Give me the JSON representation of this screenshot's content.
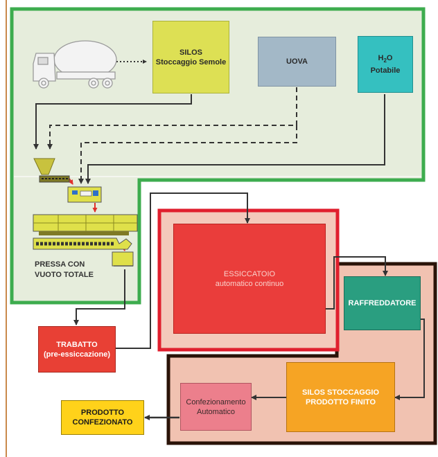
{
  "colors": {
    "green_border": "#3dac4e",
    "green_fill": "#e6eddc",
    "red_border": "#e01f2e",
    "red_fill": "#f4c9bb",
    "dark_border": "#2a1308",
    "dark_fill": "#f1c2b1",
    "line": "#333333",
    "arrow_red": "#e0302c",
    "left_rule": "#c9894a"
  },
  "nodes": {
    "silos": {
      "line1": "SILOS",
      "line2": "Stoccaggio Semole",
      "color": "#dde054"
    },
    "uova": {
      "label": "UOVA",
      "color": "#a3b8c7"
    },
    "water": {
      "base": "H",
      "sub": "2",
      "rest": "O",
      "line2": "Potabile",
      "color": "#35c0c0"
    },
    "press": {
      "line1": "PRESSA CON",
      "line2": "VUOTO TOTALE"
    },
    "trabatto": {
      "line1": "TRABATTO",
      "line2": "(pre-essiccazione)",
      "color": "#e84035"
    },
    "essiccatoio": {
      "line1": "ESSICCATOIO",
      "line2": "automatico continuo",
      "color": "#ea3d3b"
    },
    "raffreddatore": {
      "label": "RAFFREDDATORE",
      "color": "#2a9e80"
    },
    "silos_finito": {
      "line1": "SILOS STOCCAGGIO",
      "line2": "PRODOTTO FINITO",
      "color": "#f6a424"
    },
    "confezionamento": {
      "line1": "Confezionamento",
      "line2": "Automatico",
      "color": "#ec7f8c"
    },
    "prodotto": {
      "line1": "PRODOTTO",
      "line2": "CONFEZIONATO",
      "color": "#ffd21a"
    }
  }
}
